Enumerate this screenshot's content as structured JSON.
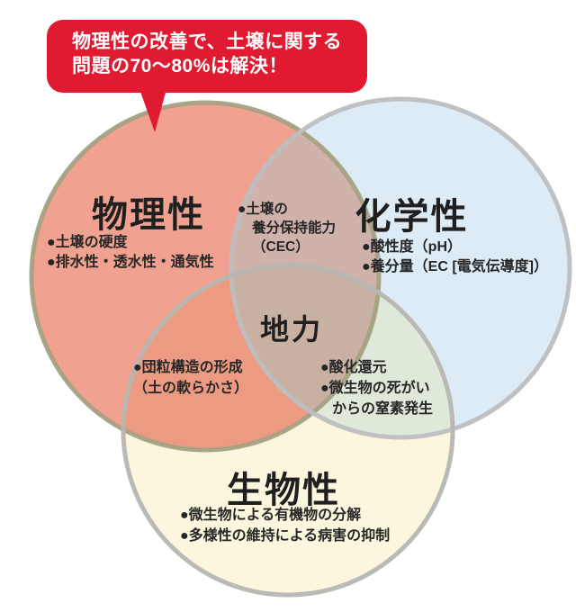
{
  "callout": {
    "line1": "物理性の改善で、土壌に関する",
    "line2": "問題の70～80%は解決！",
    "bg_color": "#e01a31",
    "text_color": "#ffffff"
  },
  "venn": {
    "center_label": "地力",
    "colors": {
      "physical_fill": "#f0a190",
      "physical_stroke": "#a4a183",
      "chemical_fill": "#dcebf5",
      "chemical_stroke": "#bdbec0",
      "biological_fill": "#fbf6dd",
      "biological_stroke": "#b6b6b1",
      "overlap_physical_chemical": "#cfb3ab",
      "overlap_physical_biological": "#ec9b82",
      "overlap_chemical_biological": "#dfe9da",
      "overlap_center": "#c8b0a3",
      "text": "#262626"
    }
  },
  "regions": {
    "physical": {
      "title": "物理性",
      "items": [
        "●土壌の硬度",
        "●排水性・透水性・通気性"
      ]
    },
    "chemical": {
      "title": "化学性",
      "items": [
        "●酸性度（pH）",
        "●養分量（EC [電気伝導度]）"
      ]
    },
    "biological": {
      "title": "生物性",
      "items": [
        "●微生物による有機物の分解",
        "●多様性の維持による病害の抑制"
      ]
    },
    "physical_chemical": {
      "items": [
        "●土壌の",
        "養分保持能力",
        "（CEC）"
      ]
    },
    "physical_biological": {
      "items": [
        "●団粒構造の形成",
        "（土の軟らかさ）"
      ]
    },
    "chemical_biological": {
      "items": [
        "●酸化還元",
        "●微生物の死がい",
        "からの窒素発生"
      ]
    }
  }
}
